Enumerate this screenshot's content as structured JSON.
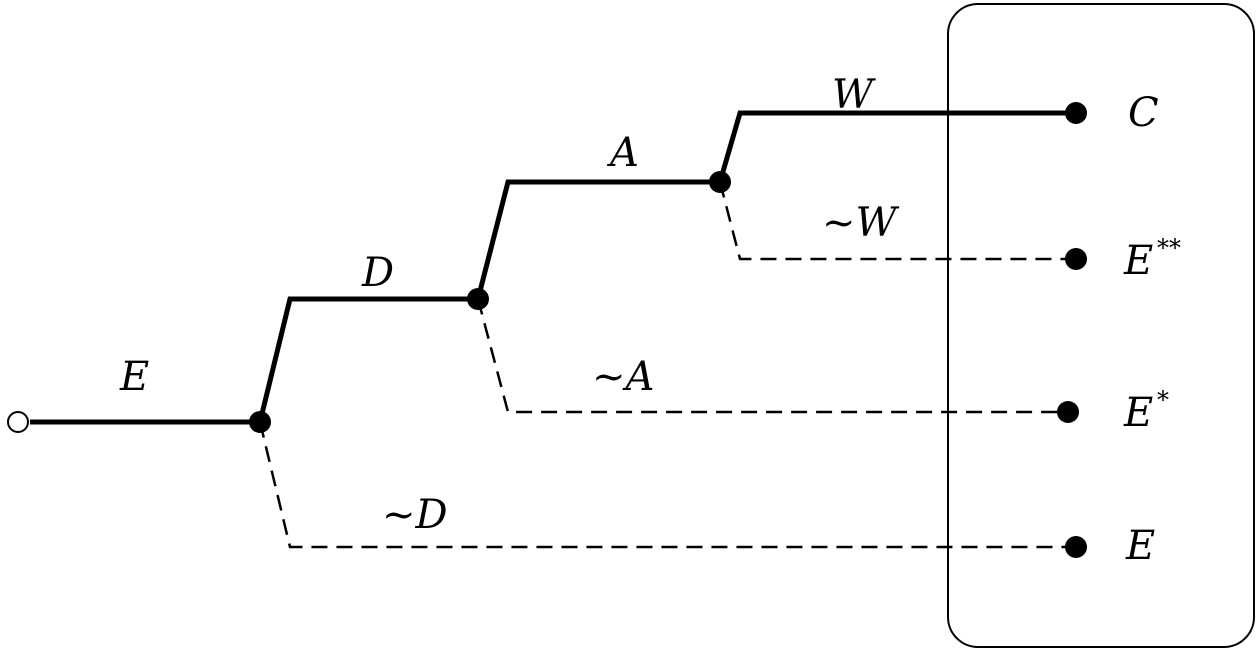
{
  "edges": {
    "E": "E",
    "D": "D",
    "not_D": "~D",
    "A": "A",
    "not_A": "~A",
    "W": "W",
    "not_W": "~W"
  },
  "outcomes": {
    "C": {
      "base": "C",
      "sup": ""
    },
    "E_double_star": {
      "base": "E",
      "sup": "**"
    },
    "E_star": {
      "base": "E",
      "sup": "*"
    },
    "E": {
      "base": "E",
      "sup": ""
    }
  }
}
